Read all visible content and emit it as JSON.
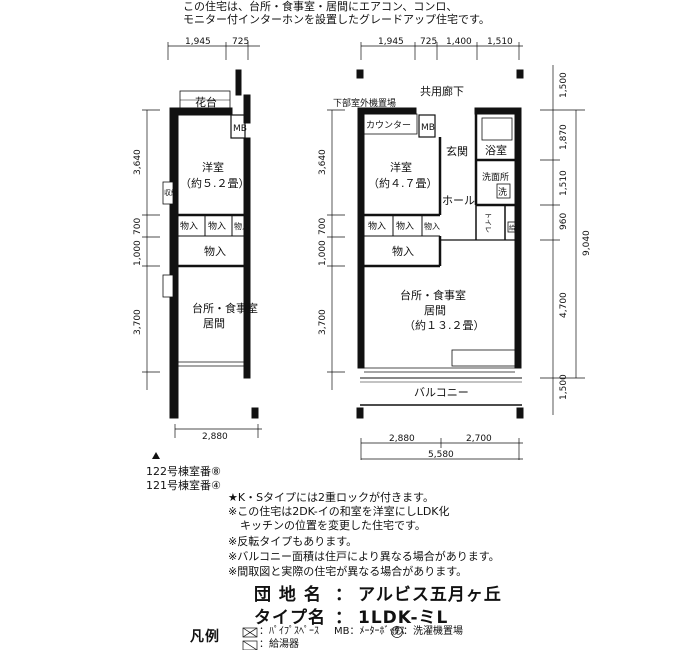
{
  "header": {
    "line1": "この住宅は、台所・食事室・居間にエアコン、コンロ、",
    "line2": "モニター付インターホンを設置したグレードアップ住宅です。"
  },
  "left_plan": {
    "dims_top": [
      "1,945",
      "725"
    ],
    "dims_left": [
      "3,640",
      "700",
      "1,000",
      "3,700"
    ],
    "dim_bottom": "2,880",
    "rooms": {
      "kadai": "花台",
      "mb": "MB",
      "yoshitsu": "洋室",
      "yoshitsu_area": "（約５.２畳）",
      "shuno": "収納",
      "mono1": "物入",
      "mono2": "物入",
      "mono3": "物入",
      "mono_big": "物入",
      "kitchen_1": "台所・食事室",
      "kitchen_2": "居間"
    },
    "caption": [
      "122号棟室番⑧",
      "121号棟室番④"
    ]
  },
  "right_plan": {
    "dims_top": [
      "1,945",
      "725",
      "1,400",
      "1,510"
    ],
    "dims_left": [
      "3,640",
      "700",
      "1,000",
      "3,700"
    ],
    "dims_right": [
      "1,500",
      "1,870",
      "1,510",
      "960",
      "4,700",
      "1,500"
    ],
    "dim_total_right": "9,040",
    "dims_bottom": [
      "2,880",
      "2,700"
    ],
    "dim_total_bottom": "5,580",
    "rooms": {
      "corridor": "共用廊下",
      "outdoor_unit": "下部室外機置場",
      "counter": "カウンター",
      "mb": "MB",
      "genkan": "玄関",
      "yokushitsu": "浴室",
      "senmenjo": "洗面所",
      "sen": "洗",
      "hall": "ホール",
      "toilet": "トイレ",
      "kyu": "給",
      "yoshitsu": "洋室",
      "yoshitsu_area": "（約４.７畳）",
      "mono1": "物入",
      "mono2": "物入",
      "mono3": "物入",
      "mono_big": "物入",
      "ldk_1": "台所・食事室",
      "ldk_2": "居間",
      "ldk_area": "（約１３.２畳）",
      "balcony": "バルコニー"
    }
  },
  "notes": [
    "★K・Sタイプには2重ロックが付きます。",
    "※この住宅は2DK-イの和室を洋室にしLDK化",
    "キッチンの位置を変更した住宅です。",
    "※反転タイプもあります。",
    "※バルコニー面積は住戸により異なる場合があります。",
    "※間取図と実際の住宅が異なる場合があります。"
  ],
  "info": {
    "danchi_label": "団 地 名",
    "danchi_value": "アルビス五月ヶ丘",
    "type_label": "タイプ名",
    "type_value": "1LDK-ミL",
    "colon": "："
  },
  "legend": {
    "title": "凡例",
    "ps": "：ﾊﾟｲﾌﾟｽﾍﾟｰｽ",
    "mb": "MB：ﾒｰﾀｰﾎﾞｯｸｽ",
    "sen_mark": "洗",
    "sen_text": "：洗濯機置場",
    "kyu": "：給湯器"
  }
}
